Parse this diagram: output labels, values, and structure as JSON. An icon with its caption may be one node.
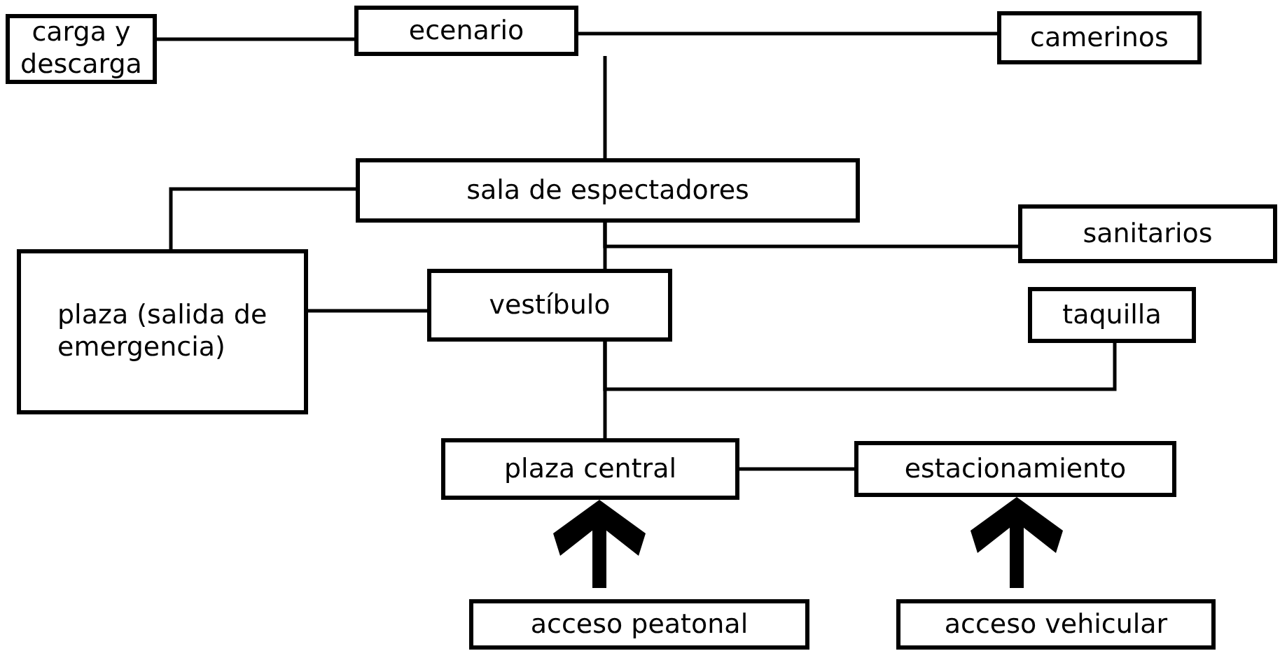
{
  "diagram": {
    "nodes": [
      {
        "text": [
          "carga y descarga"
        ]
      },
      {
        "text": [
          "ecenario"
        ]
      },
      {
        "text": [
          "camerinos"
        ]
      },
      {
        "text": [
          "sala de espectadores"
        ]
      },
      {
        "text": [
          "sanitarios"
        ]
      },
      {
        "text": [
          "plaza (salida de emergencia)"
        ]
      },
      {
        "text": [
          "vestíbulo"
        ]
      },
      {
        "text": [
          "taquilla"
        ]
      },
      {
        "text": [
          "plaza central"
        ]
      },
      {
        "text": [
          "estacionamiento"
        ]
      },
      {
        "text": [
          "acceso peatonal"
        ]
      },
      {
        "text": [
          "acceso vehicular"
        ]
      }
    ],
    "edges": [
      {
        "from": 0,
        "to": 1,
        "arrow": "none"
      },
      {
        "from": 1,
        "to": 2,
        "arrow": "none"
      },
      {
        "from": 1,
        "to": 3,
        "arrow": "none"
      },
      {
        "from": 3,
        "to": 5,
        "arrow": "none"
      },
      {
        "from": 3,
        "to": 6,
        "arrow": "none"
      },
      {
        "from": 3,
        "to": 4,
        "arrow": "none"
      },
      {
        "from": 5,
        "to": 6,
        "arrow": "none"
      },
      {
        "from": 6,
        "to": 8,
        "arrow": "none"
      },
      {
        "from": 6,
        "to": 7,
        "arrow": "none"
      },
      {
        "from": 8,
        "to": 9,
        "arrow": "none"
      },
      {
        "from": 10,
        "to": 8,
        "arrow": "to",
        "style": "thick"
      },
      {
        "from": 11,
        "to": 9,
        "arrow": "to",
        "style": "thick"
      }
    ]
  }
}
